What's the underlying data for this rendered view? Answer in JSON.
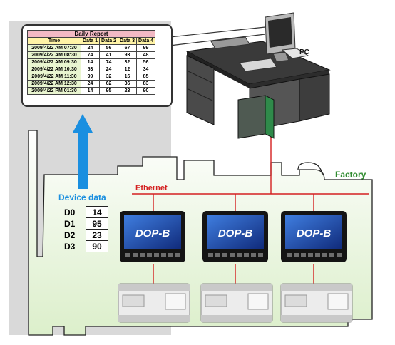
{
  "report": {
    "title": "Daily Report",
    "headers": [
      "Time",
      "Data 1",
      "Data 2",
      "Data 3",
      "Data 4"
    ],
    "rows": [
      [
        "2009/4/22  AM 07:30",
        "24",
        "56",
        "67",
        "99"
      ],
      [
        "2009/4/22  AM 08:30",
        "74",
        "41",
        "93",
        "48"
      ],
      [
        "2009/4/22  AM 09:30",
        "14",
        "74",
        "32",
        "56"
      ],
      [
        "2009/4/22  AM 10:30",
        "53",
        "24",
        "12",
        "34"
      ],
      [
        "2009/4/22  AM 11:30",
        "99",
        "32",
        "16",
        "85"
      ],
      [
        "2009/4/22  AM 12:30",
        "24",
        "62",
        "36",
        "83"
      ],
      [
        "2009/4/22  PM 01:30",
        "14",
        "95",
        "23",
        "90"
      ]
    ]
  },
  "labels": {
    "pc": "PC",
    "factory": "Factory",
    "ethernet": "Ethernet",
    "device_data": "Device data",
    "hmi_logo": "DOP-B"
  },
  "device_data": [
    {
      "name": "D0",
      "value": "14"
    },
    {
      "name": "D1",
      "value": "95"
    },
    {
      "name": "D2",
      "value": "23"
    },
    {
      "name": "D3",
      "value": "90"
    }
  ],
  "colors": {
    "arrow": "#1a8fe0",
    "ethernet_line": "#d42020",
    "factory_label": "#2e8b2e",
    "ground_fill": "#e4f2d6",
    "panel_fill": "#d9d9d9",
    "hmi_screen": "#1f4fb0"
  },
  "icons": [
    "desktop-pc-icon",
    "hmi-panel-icon",
    "plc-module-icon"
  ]
}
